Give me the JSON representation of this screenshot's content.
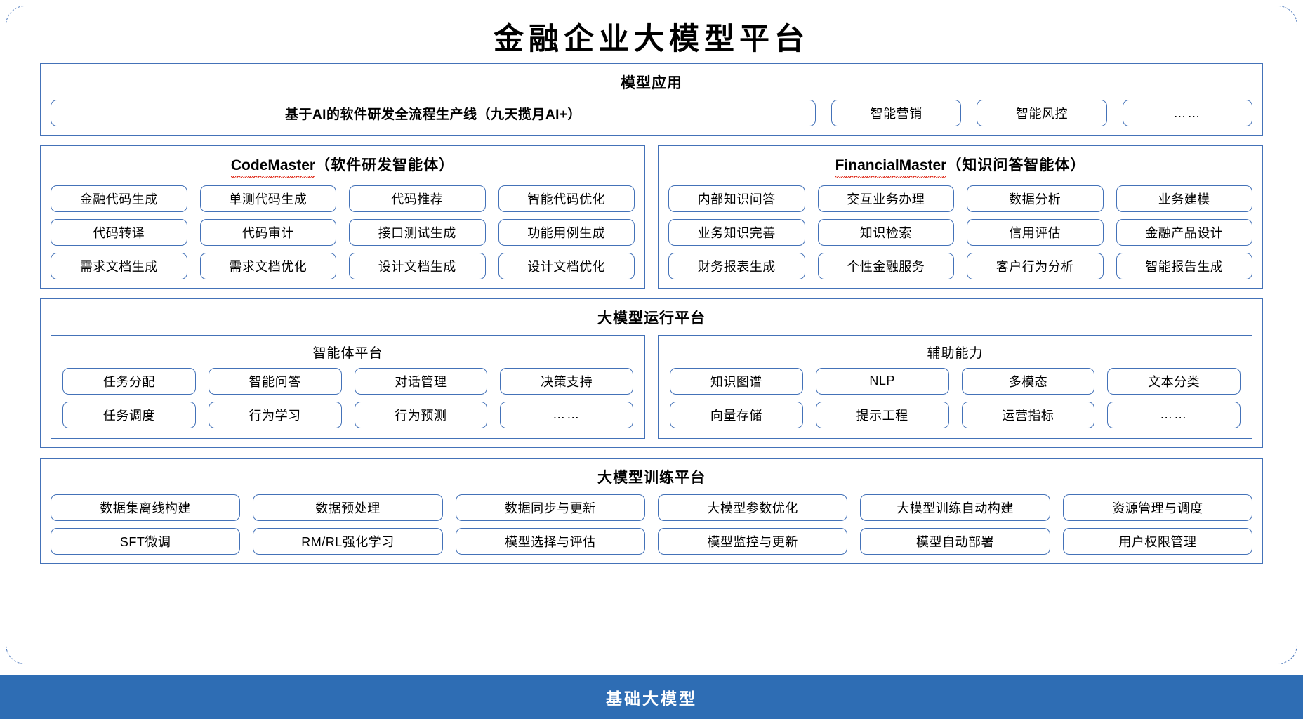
{
  "page": {
    "title": "金融企业大模型平台",
    "accent_blue": "#4472b8",
    "base_bar_blue": "#2e6db4",
    "spellcheck_red": "#e03020"
  },
  "model_application": {
    "title": "模型应用",
    "items": [
      "基于AI的软件研发全流程生产线（九天揽月AI+）",
      "智能营销",
      "智能风控",
      "……"
    ]
  },
  "code_master": {
    "title_latin": "CodeMaster",
    "title_cn": "（软件研发智能体）",
    "items": [
      "金融代码生成",
      "单测代码生成",
      "代码推荐",
      "智能代码优化",
      "代码转译",
      "代码审计",
      "接口测试生成",
      "功能用例生成",
      "需求文档生成",
      "需求文档优化",
      "设计文档生成",
      "设计文档优化"
    ]
  },
  "financial_master": {
    "title_latin": "FinancialMaster",
    "title_cn": "（知识问答智能体）",
    "items": [
      "内部知识问答",
      "交互业务办理",
      "数据分析",
      "业务建模",
      "业务知识完善",
      "知识检索",
      "信用评估",
      "金融产品设计",
      "财务报表生成",
      "个性金融服务",
      "客户行为分析",
      "智能报告生成"
    ]
  },
  "runtime_platform": {
    "title": "大模型运行平台",
    "agent_platform": {
      "title": "智能体平台",
      "items": [
        "任务分配",
        "智能问答",
        "对话管理",
        "决策支持",
        "任务调度",
        "行为学习",
        "行为预测",
        "……"
      ]
    },
    "assist_capability": {
      "title": "辅助能力",
      "items": [
        "知识图谱",
        "NLP",
        "多模态",
        "文本分类",
        "向量存储",
        "提示工程",
        "运营指标",
        "……"
      ]
    }
  },
  "training_platform": {
    "title": "大模型训练平台",
    "items": [
      "数据集离线构建",
      "数据预处理",
      "数据同步与更新",
      "大模型参数优化",
      "大模型训练自动构建",
      "资源管理与调度",
      "SFT微调",
      "RM/RL强化学习",
      "模型选择与评估",
      "模型监控与更新",
      "模型自动部署",
      "用户权限管理"
    ]
  },
  "base_model": {
    "label": "基础大模型"
  }
}
